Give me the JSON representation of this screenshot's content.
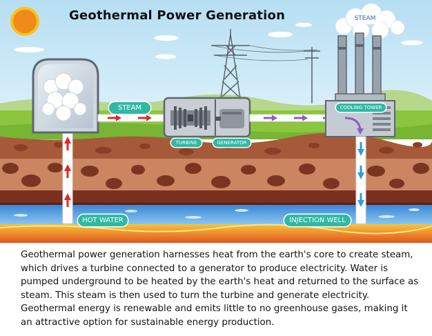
{
  "title": "Geothermal Power Generation",
  "labels": {
    "steam_top": "STEAM",
    "steam_pipe": "STEAM",
    "turbine": "TURBINE",
    "generator": "GENERATOR",
    "cooling_tower": "COOLING TOWER",
    "hot_water": "HOT WATER",
    "injection_well": "INJECTION WELL"
  },
  "description": "Geothermal power generation harnesses heat from the earth's core to create steam, which drives a turbine connected to a generator to produce electricity. Water is pumped underground to be heated by the earth's heat and returned to the surface as steam. This steam is then used to turn the turbine and generate electricity. Geothermal energy is renewable and emits little to no greenhouse gases, making it an attractive option for sustainable energy production.",
  "colors": {
    "sky": "#bfe3f3",
    "grass": "#8cc63e",
    "soil": "#9b4a2e",
    "water": "#5aa0e0",
    "magma": "#f08a2a",
    "label": "#2fb9a3",
    "pipe_up": "#e0262a",
    "pipe_down": "#2e9be0",
    "arrow_purple": "#8b5cc6"
  }
}
